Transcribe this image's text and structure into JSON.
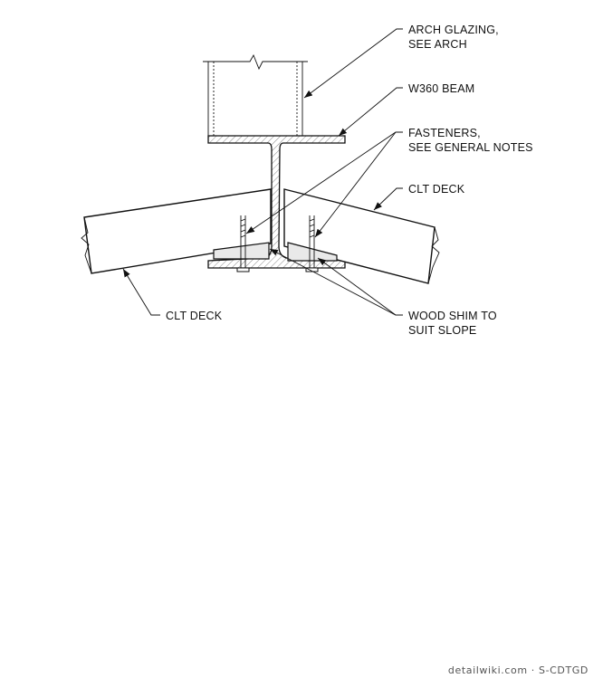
{
  "labels": {
    "arch_glazing": [
      "ARCH GLAZING,",
      "SEE ARCH"
    ],
    "beam": [
      "W360 BEAM"
    ],
    "fasteners": [
      "FASTENERS,",
      "SEE GENERAL NOTES"
    ],
    "clt_deck_right": [
      "CLT DECK"
    ],
    "clt_deck_left": [
      "CLT DECK"
    ],
    "wood_shim": [
      "WOOD SHIM TO",
      "SUIT SLOPE"
    ]
  },
  "footer": {
    "credit": "detailwiki.com · S-CDTGD"
  }
}
